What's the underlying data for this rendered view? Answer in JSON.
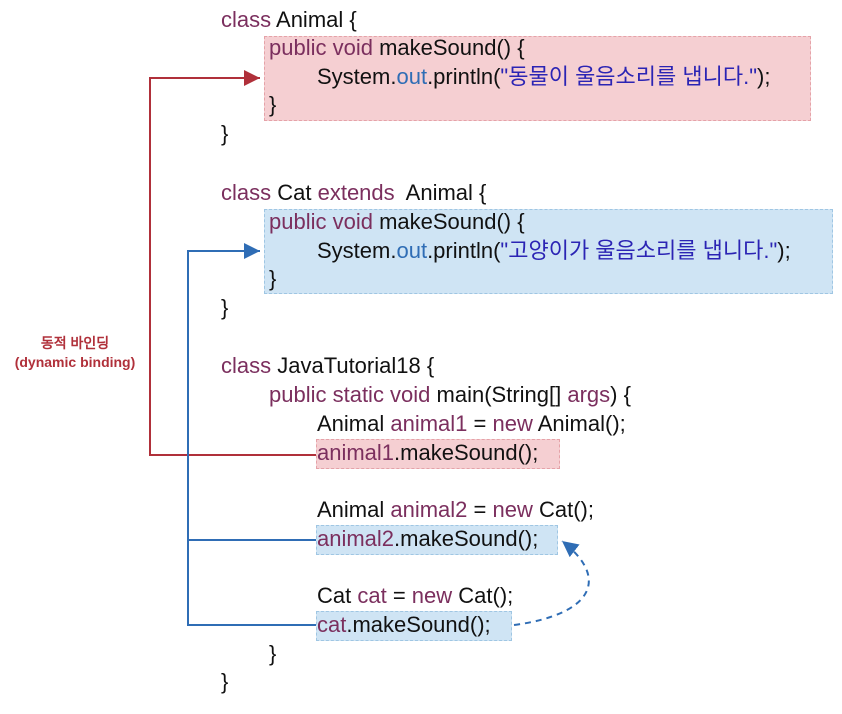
{
  "colors": {
    "keyword": "#7b2f5e",
    "string": "#2b24b4",
    "field": "#2f6db5",
    "red_highlight": "#f5cfd2",
    "blue_highlight": "#cfe4f4",
    "red_arrow": "#b0303a",
    "blue_arrow": "#2f6db5"
  },
  "label": {
    "line1": "동적 바인딩",
    "line2": "(dynamic binding)"
  },
  "code": {
    "animal_class": {
      "kw": "class",
      "name": " Animal {",
      "method_kw": "public void",
      "method_name": " makeSound() {",
      "print_obj": "System.",
      "print_field": "out",
      "print_call": ".println(",
      "string": "\"동물이 울음소리를 냅니다.\"",
      "print_end": ");",
      "close_method": "}",
      "close_class": "}"
    },
    "cat_class": {
      "kw": "class",
      "name": " Cat ",
      "extends_kw": "extends",
      "parent": "  Animal {",
      "method_kw": "public void",
      "method_name": " makeSound() {",
      "print_obj": "System.",
      "print_field": "out",
      "print_call": ".println(",
      "string": "\"고양이가 울음소리를 냅니다.\"",
      "print_end": ");",
      "close_method": "}",
      "close_class": "}"
    },
    "main_class": {
      "kw": "class",
      "name": " JavaTutorial18 {",
      "main_kw": "public static void",
      "main_sig": " main(String[] ",
      "main_arg": "args",
      "main_end": ") {",
      "stmt1_type": "Animal ",
      "stmt1_var": "animal1",
      "stmt1_eq": " = ",
      "stmt1_new": "new",
      "stmt1_ctor": " Animal();",
      "call1_var": "animal1",
      "call1_rest": ".makeSound();",
      "stmt2_type": "Animal ",
      "stmt2_var": "animal2",
      "stmt2_eq": " = ",
      "stmt2_new": "new",
      "stmt2_ctor": " Cat();",
      "call2_var": "animal2",
      "call2_rest": ".makeSound();",
      "stmt3_type": "Cat ",
      "stmt3_var": "cat",
      "stmt3_eq": " = ",
      "stmt3_new": "new",
      "stmt3_ctor": " Cat();",
      "call3_var": "cat",
      "call3_rest": ".makeSound();",
      "close_method": "}",
      "close_class": "}"
    }
  }
}
